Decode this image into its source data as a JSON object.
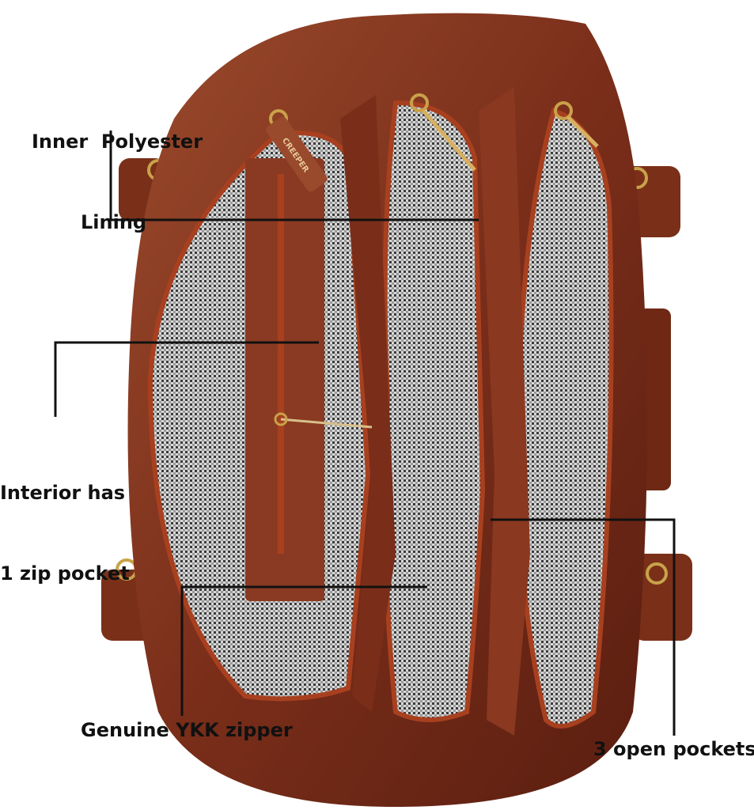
{
  "annotations": {
    "lining_line1": "Inner  Polyester",
    "lining_line2": "Lining",
    "zip_pocket_line1": "Interior has",
    "zip_pocket_line2": "1 zip pocket",
    "ykk": "Genuine YKK zipper",
    "open_pockets": "3 open pockets"
  },
  "brand_tag": "CREEPER",
  "colors": {
    "leather": "#8a3a22",
    "leather_dark": "#5e2214",
    "zipper": "#a8401f",
    "lining": "#b8b8b8",
    "hardware": "#c9a24a"
  }
}
